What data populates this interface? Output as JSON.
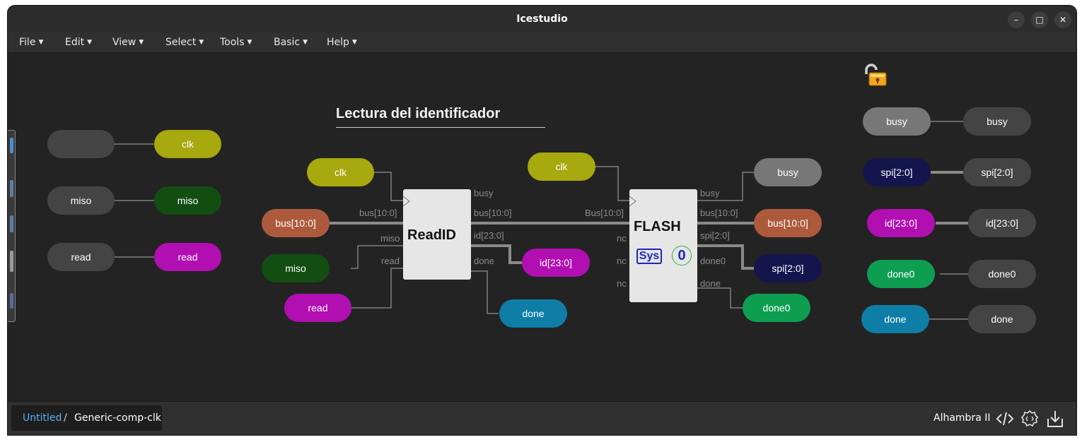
{
  "window": {
    "title": "Icestudio",
    "controls": [
      "minimize-icon",
      "maximize-icon",
      "close-icon"
    ]
  },
  "menubar": {
    "items": [
      {
        "label": "File"
      },
      {
        "label": "Edit"
      },
      {
        "label": "View"
      },
      {
        "label": "Select"
      },
      {
        "label": "Tools"
      },
      {
        "label": "Basic"
      },
      {
        "label": "Help"
      }
    ]
  },
  "canvas": {
    "heading": "Lectura del identificador",
    "lock_icon": "unlocked-padlock-icon",
    "left_io": {
      "in1": "",
      "out1": "clk",
      "in2": "miso",
      "out2": "miso",
      "in3": "read",
      "out3": "read"
    },
    "center_io": {
      "clk_a": "clk",
      "bus_in": "bus[10:0]",
      "miso": "miso",
      "read": "read",
      "id_out": "id[23:0]",
      "done_out": "done",
      "clk_b": "clk",
      "busy_out": "busy",
      "bus_out": "bus[10:0]",
      "spi_out": "spi[2:0]",
      "done0_out": "done0"
    },
    "readid": {
      "title": "ReadID",
      "in_ports": {
        "bus": "bus[10:0]",
        "miso": "miso",
        "read": "read"
      },
      "out_ports": {
        "busy": "busy",
        "bus": "bus[10:0]",
        "id": "id[23:0]",
        "done": "done"
      }
    },
    "flash": {
      "title": "FLASH",
      "sys_badge": "Sys",
      "zero_badge": "0",
      "in_ports": {
        "bus": "Bus[10:0]",
        "nc1": "nc",
        "nc2": "nc",
        "nc3": "nc"
      },
      "out_ports": {
        "busy": "busy",
        "bus": "bus[10:0]",
        "spi": "spi[2:0]",
        "done0": "done0",
        "done": "done"
      }
    },
    "right_io": {
      "busy_in": "busy",
      "busy_out": "busy",
      "spi_in": "spi[2:0]",
      "spi_out": "spi[2:0]",
      "id_in": "id[23:0]",
      "id_out": "id[23:0]",
      "done0_in": "done0",
      "done0_out": "done0",
      "done_in": "done",
      "done_out": "done"
    }
  },
  "footer": {
    "breadcrumb_root": "Untitled",
    "breadcrumb_sep": "/",
    "breadcrumb_current": "Generic-comp-clk",
    "board": "Alhambra II",
    "icons": [
      "code-icon",
      "settings-gear-icon",
      "download-icon"
    ]
  },
  "colors": {
    "olive": "#a8a80f",
    "dark_green": "#124d12",
    "magenta": "#b10fb1",
    "dark_gray": "#444444",
    "gray": "#777777",
    "rust": "#ad5a3c",
    "navy": "#15154d",
    "green": "#0d9e52",
    "teal": "#0f7ea6",
    "wire": "#7f7f7f"
  }
}
